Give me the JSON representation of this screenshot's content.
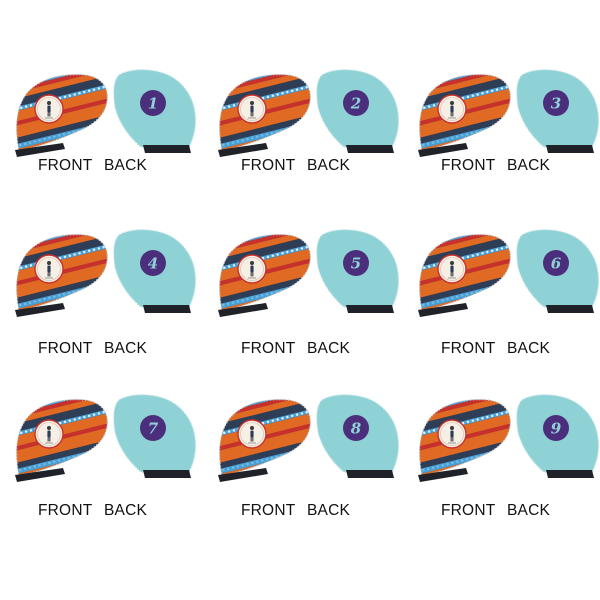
{
  "labels": {
    "front": "FRONT",
    "back": "BACK"
  },
  "colors": {
    "background": "#ffffff",
    "back_cover": "#8fd2d6",
    "badge": "#4b2f7d",
    "badge_number": "#8fd2d6",
    "stripe_orange": "#e06a23",
    "stripe_navy": "#2e3e57",
    "stripe_red": "#c9302c",
    "stripe_blue": "#4aa0d5",
    "neck": "#1f2229"
  },
  "icons": {
    "front_medallion": "person-silhouette-icon"
  },
  "covers": [
    {
      "number": "1"
    },
    {
      "number": "2"
    },
    {
      "number": "3"
    },
    {
      "number": "4"
    },
    {
      "number": "5"
    },
    {
      "number": "6"
    },
    {
      "number": "7"
    },
    {
      "number": "8"
    },
    {
      "number": "9"
    }
  ]
}
